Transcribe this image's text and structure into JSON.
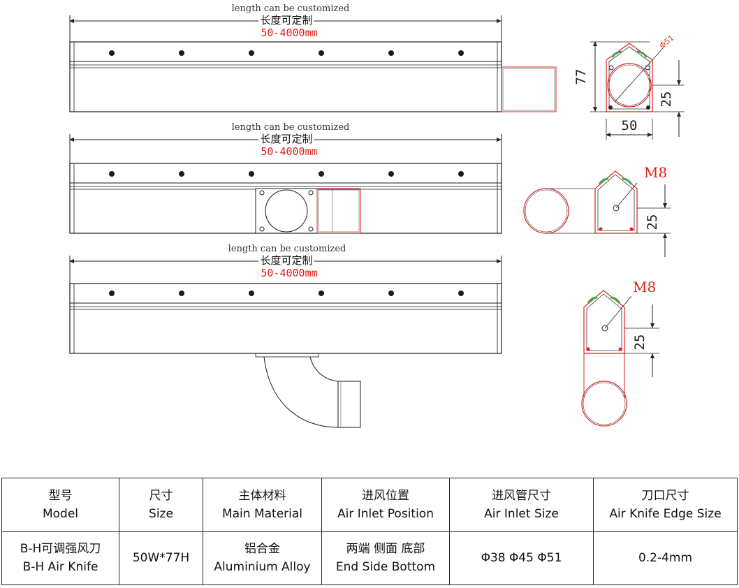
{
  "drawing": {
    "length_note_en": "length can be customized",
    "length_note_cn": "长度可定制",
    "length_range": "50-4000mm",
    "dim_height": "77",
    "dim_width": "50",
    "dim_edge_offset": "25",
    "dim_phi": "Φ51",
    "thread_label": "M8",
    "colors": {
      "line": "#1a1a1a",
      "red": "#e0201b",
      "green": "#3aa845"
    }
  },
  "spec_table": {
    "headers": [
      {
        "cn": "型号",
        "en": "Model"
      },
      {
        "cn": "尺寸",
        "en": "Size"
      },
      {
        "cn": "主体材料",
        "en": "Main Material"
      },
      {
        "cn": "进风位置",
        "en": "Air Inlet Position"
      },
      {
        "cn": "进风管尺寸",
        "en": "Air Inlet Size"
      },
      {
        "cn": "刀口尺寸",
        "en": "Air Knife Edge Size"
      }
    ],
    "row": [
      {
        "line1": "B-H可调强风刀",
        "line2": "B-H Air Knife"
      },
      {
        "line1": "50W*77H",
        "line2": ""
      },
      {
        "line1": "铝合金",
        "line2": "Aluminium Alloy"
      },
      {
        "line1": "两端 侧面 底部",
        "line2": "End Side Bottom"
      },
      {
        "line1": "Φ38 Φ45 Φ51",
        "line2": ""
      },
      {
        "line1": "0.2-4mm",
        "line2": ""
      }
    ]
  }
}
